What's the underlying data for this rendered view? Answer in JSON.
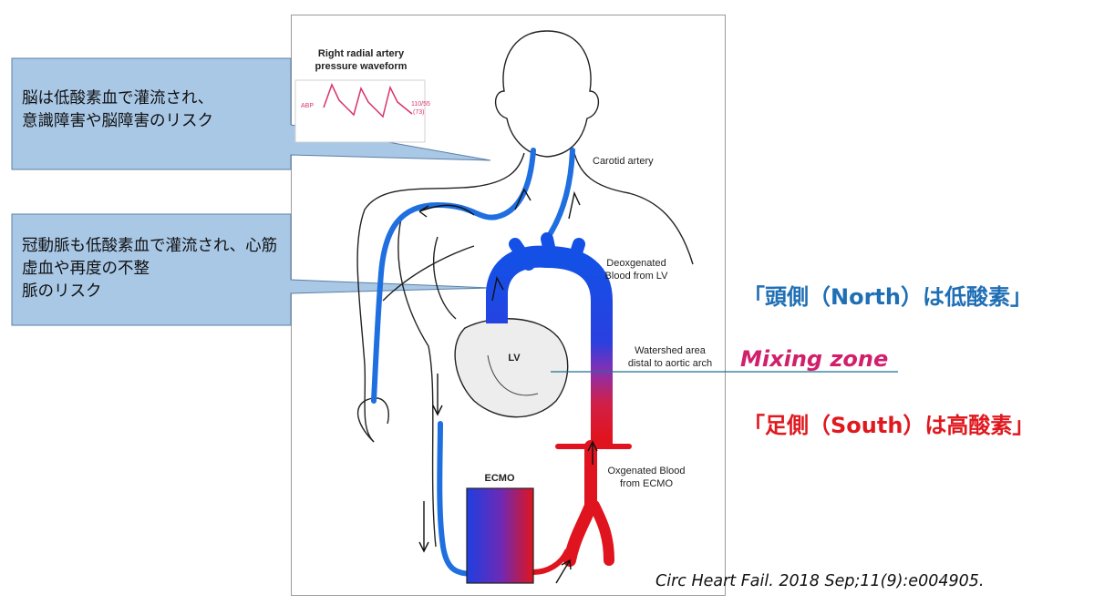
{
  "callouts": [
    {
      "text": "脳は低酸素血で灌流され、\n意識障害や脳障害のリスク"
    },
    {
      "text": "冠動脈も低酸素血で灌流され、心筋虚血や再度の不整\n脈のリスク"
    }
  ],
  "figure": {
    "waveform_title": "Right radial artery\npressure waveform",
    "abp_label": "ABP",
    "abp_value": "110/55",
    "abp_mean": "(73)",
    "carotid_label": "Carotid artery",
    "deox_label": "Deoxgenated\nBlood from LV",
    "lv_label": "LV",
    "watershed_label": "Watershed area\ndistal to aortic arch",
    "ecmo_label": "ECMO",
    "oxy_label": "Oxgenated Blood\nfrom ECMO"
  },
  "annotations": {
    "north": "「頭側（North）は低酸素」",
    "mixing": "Mixing zone",
    "south": "「足側（South）は高酸素」"
  },
  "citation": "Circ Heart Fail. 2018 Sep;11(9):e004905.",
  "colors": {
    "callout_fill": "#a9c8e6",
    "north_text": "#1f6fb5",
    "mixing_text": "#d21f6b",
    "south_text": "#e0191f",
    "deoxygenated": "#1450e6",
    "oxygenated": "#e0141e",
    "waveform": "#d8336e"
  }
}
